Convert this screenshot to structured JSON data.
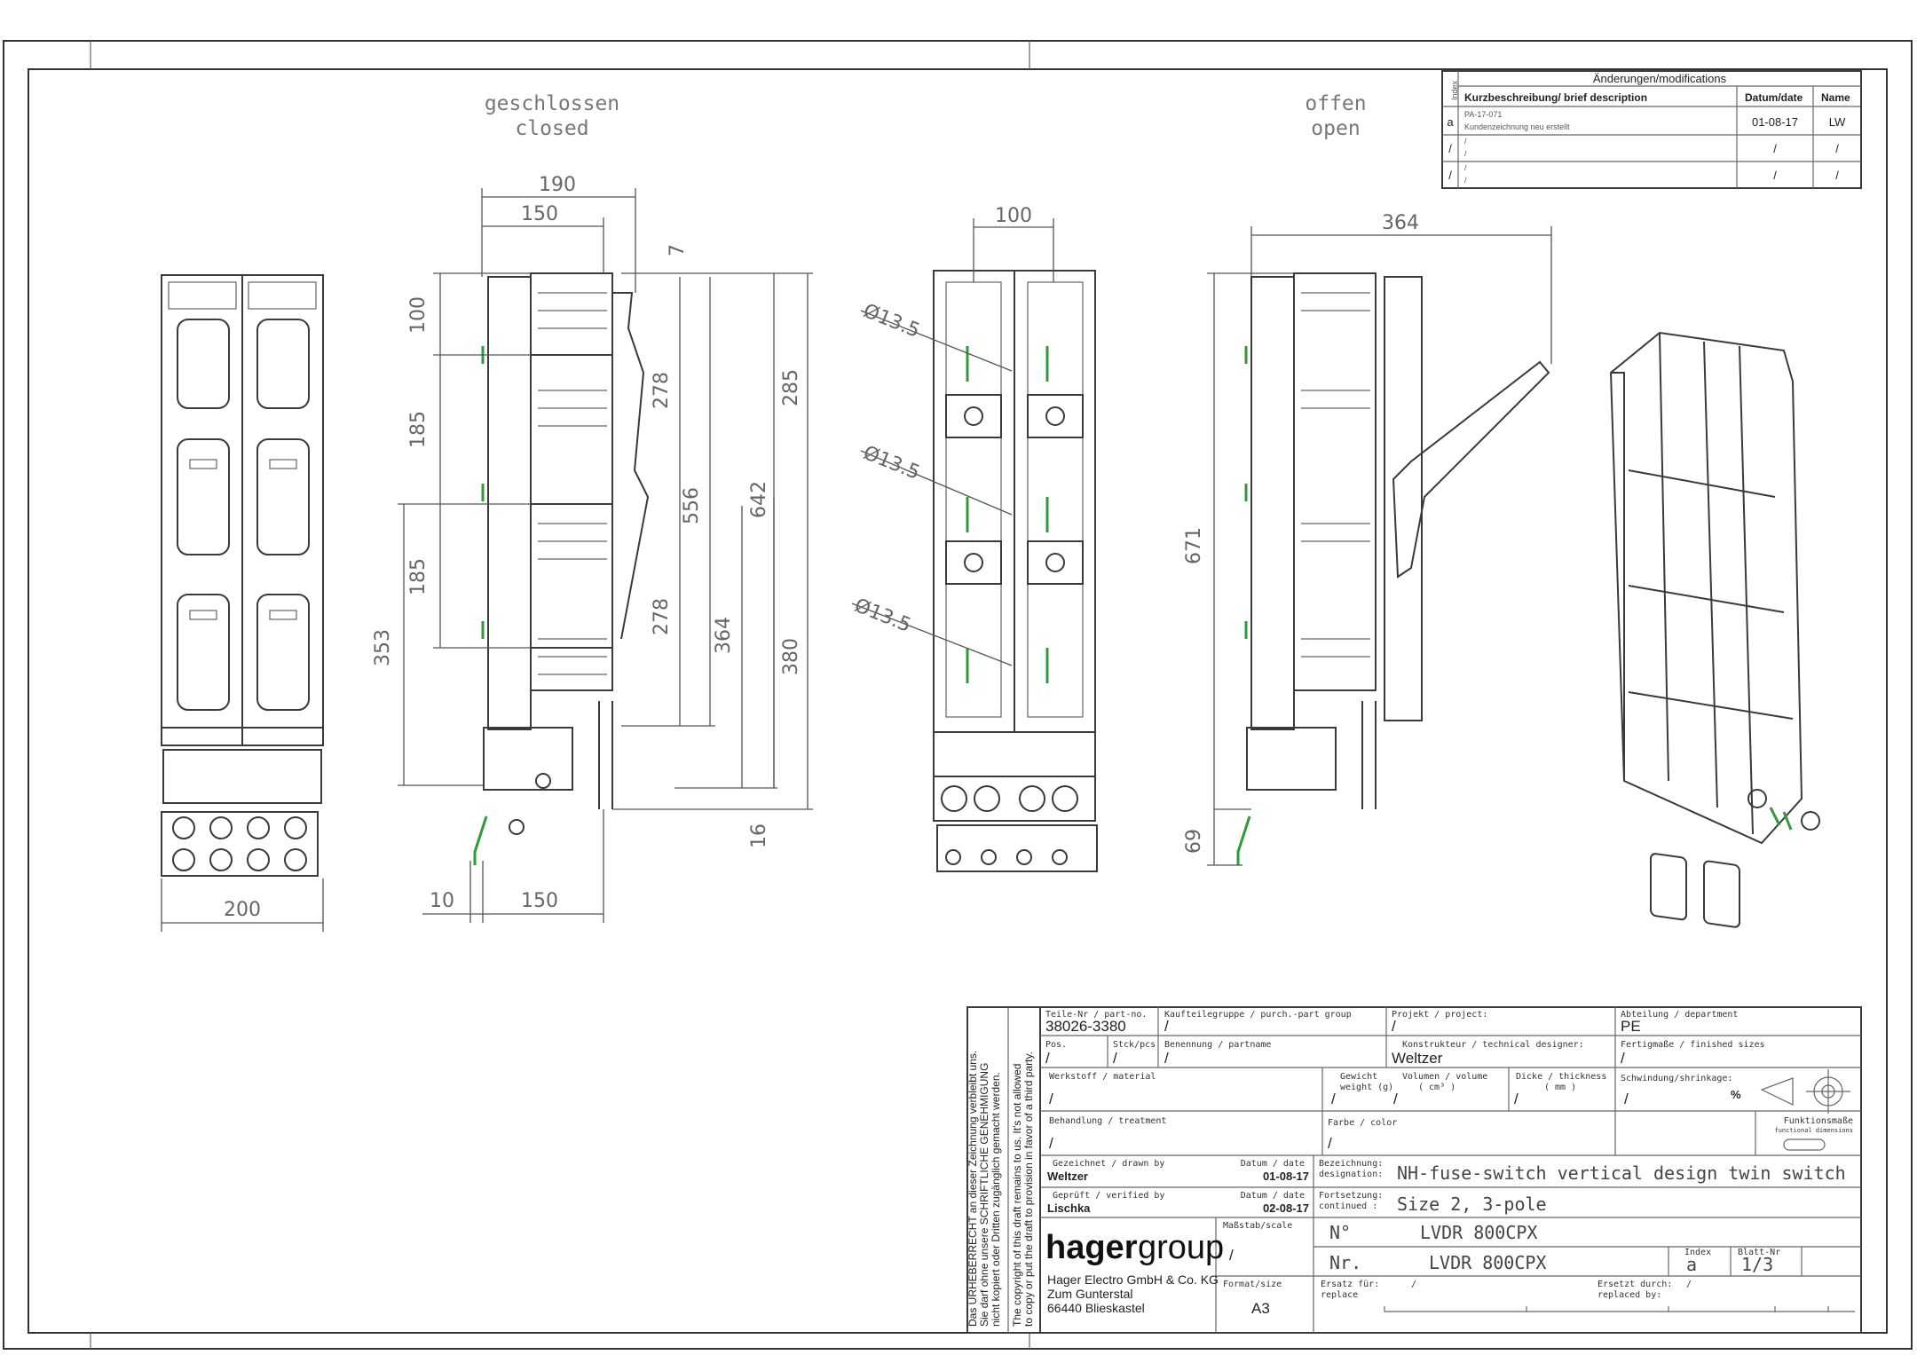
{
  "views": {
    "closed": {
      "de": "geschlossen",
      "en": "closed"
    },
    "open": {
      "de": "offen",
      "en": "open"
    }
  },
  "dimensions": {
    "front_width": "200",
    "side_190": "190",
    "side_150_top": "150",
    "side_7": "7",
    "side_100": "100",
    "side_185_a": "185",
    "side_185_b": "185",
    "side_353": "353",
    "side_278_a": "278",
    "side_278_b": "278",
    "side_556": "556",
    "side_364": "364",
    "side_285": "285",
    "side_642": "642",
    "side_380": "380",
    "side_16": "16",
    "side_10": "10",
    "side_150_bottom": "150",
    "wiring_100": "100",
    "dia_1": "Ø13.5",
    "dia_2": "Ø13.5",
    "dia_3": "Ø13.5",
    "open_364": "364",
    "open_671": "671",
    "open_69": "69"
  },
  "modifications": {
    "title": "Änderungen/modifications",
    "headers": {
      "index": "Index",
      "desc": "Kurzbeschreibung/ brief description",
      "date": "Datum/date",
      "name": "Name"
    },
    "rows": [
      {
        "index": "a",
        "ref": "PA-17-071",
        "desc": "Kundenzeichnung neu erstellt",
        "date": "01-08-17",
        "name": "LW"
      },
      {
        "index": "/",
        "ref": "/",
        "desc": "/",
        "date": "/",
        "name": "/"
      },
      {
        "index": "/",
        "ref": "/",
        "desc": "/",
        "date": "/",
        "name": "/"
      }
    ]
  },
  "copyright": {
    "de_1": "Das URHEBERRECHT an dieser Zeichnung verbleibt uns.",
    "de_2": "Sie darf ohne unsere SCHRIFTLICHE GENEHMIGUNG",
    "de_3": "nicht kopiert oder Dritten zugänglich gemacht werden.",
    "en_1": "The copyright of this draft remains to us. It's not allowed",
    "en_2": "to copy or put the draft to provision in favor of a third party."
  },
  "title_block": {
    "part_no_label": "Teile-Nr / part-no.",
    "part_no": "38026-3380",
    "purch_group_label": "Kaufteilegruppe / purch.-part group",
    "purch_group": "/",
    "project_label": "Projekt / project:",
    "project": "/",
    "department_label": "Abteilung / department",
    "department": "PE",
    "pos_label": "Pos.",
    "pos": "/",
    "pcs_label": "Stck/pcs",
    "pcs": "/",
    "partname_label": "Benennung / partname",
    "partname": "/",
    "designer_label": "Konstrukteur / technical designer:",
    "designer": "Weltzer",
    "finished_label": "Fertigmaße / finished sizes",
    "finished": "/",
    "material_label": "Werkstoff / material",
    "material": "/",
    "weight_label_1": "Gewicht",
    "weight_label_2": "weight (g)",
    "weight": "/",
    "volume_label_1": "Volumen / volume",
    "volume_label_2": "( cm³ )",
    "volume": "/",
    "thickness_label_1": "Dicke / thickness",
    "thickness_label_2": "( mm )",
    "thickness": "/",
    "shrink_label": "Schwindung/shrinkage:",
    "shrink": "/",
    "shrink_unit": "%",
    "treatment_label": "Behandlung / treatment",
    "treatment": "/",
    "color_label": "Farbe / color",
    "color": "/",
    "func_label_1": "Funktionsmaße",
    "func_label_2": "functional dimensions",
    "drawn_label": "Gezeichnet / drawn by",
    "drawn_by": "Weltzer",
    "drawn_date_label": "Datum / date",
    "drawn_date": "01-08-17",
    "designation_label_1": "Bezeichnung:",
    "designation_label_2": "designation:",
    "designation": "NH-fuse-switch vertical design twin switch",
    "verified_label": "Geprüft / verified by",
    "verified_by": "Lischka",
    "verified_date_label": "Datum / date",
    "verified_date": "02-08-17",
    "continued_label_1": "Fortsetzung:",
    "continued_label_2": "continued :",
    "continued": "Size 2, 3-pole",
    "scale_label": "Maßstab/scale",
    "scale": "/",
    "no_label": "N°",
    "no_value": "LVDR 800CPX",
    "nr_label": "Nr.",
    "nr_value": "LVDR 800CPX",
    "index_label": "Index",
    "index": "a",
    "sheet_label": "Blatt-Nr",
    "sheet": "1/3",
    "format_label": "Format/size",
    "format": "A3",
    "replace_label_1": "Ersatz für:",
    "replace_label_2": "replace",
    "replace": "/",
    "replaced_label_1": "Ersetzt durch:",
    "replaced_label_2": "replaced by:",
    "replaced": "/",
    "company_logo_bold": "hager",
    "company_logo_rest": "group",
    "company_name": "Hager Electro GmbH & Co. KG",
    "company_street": "Zum Gunterstal",
    "company_city": "66440 Blieskastel"
  },
  "colors": {
    "line": "#3a3a3a",
    "green_conductor": "#2f9a3a",
    "dimension": "#555555"
  }
}
